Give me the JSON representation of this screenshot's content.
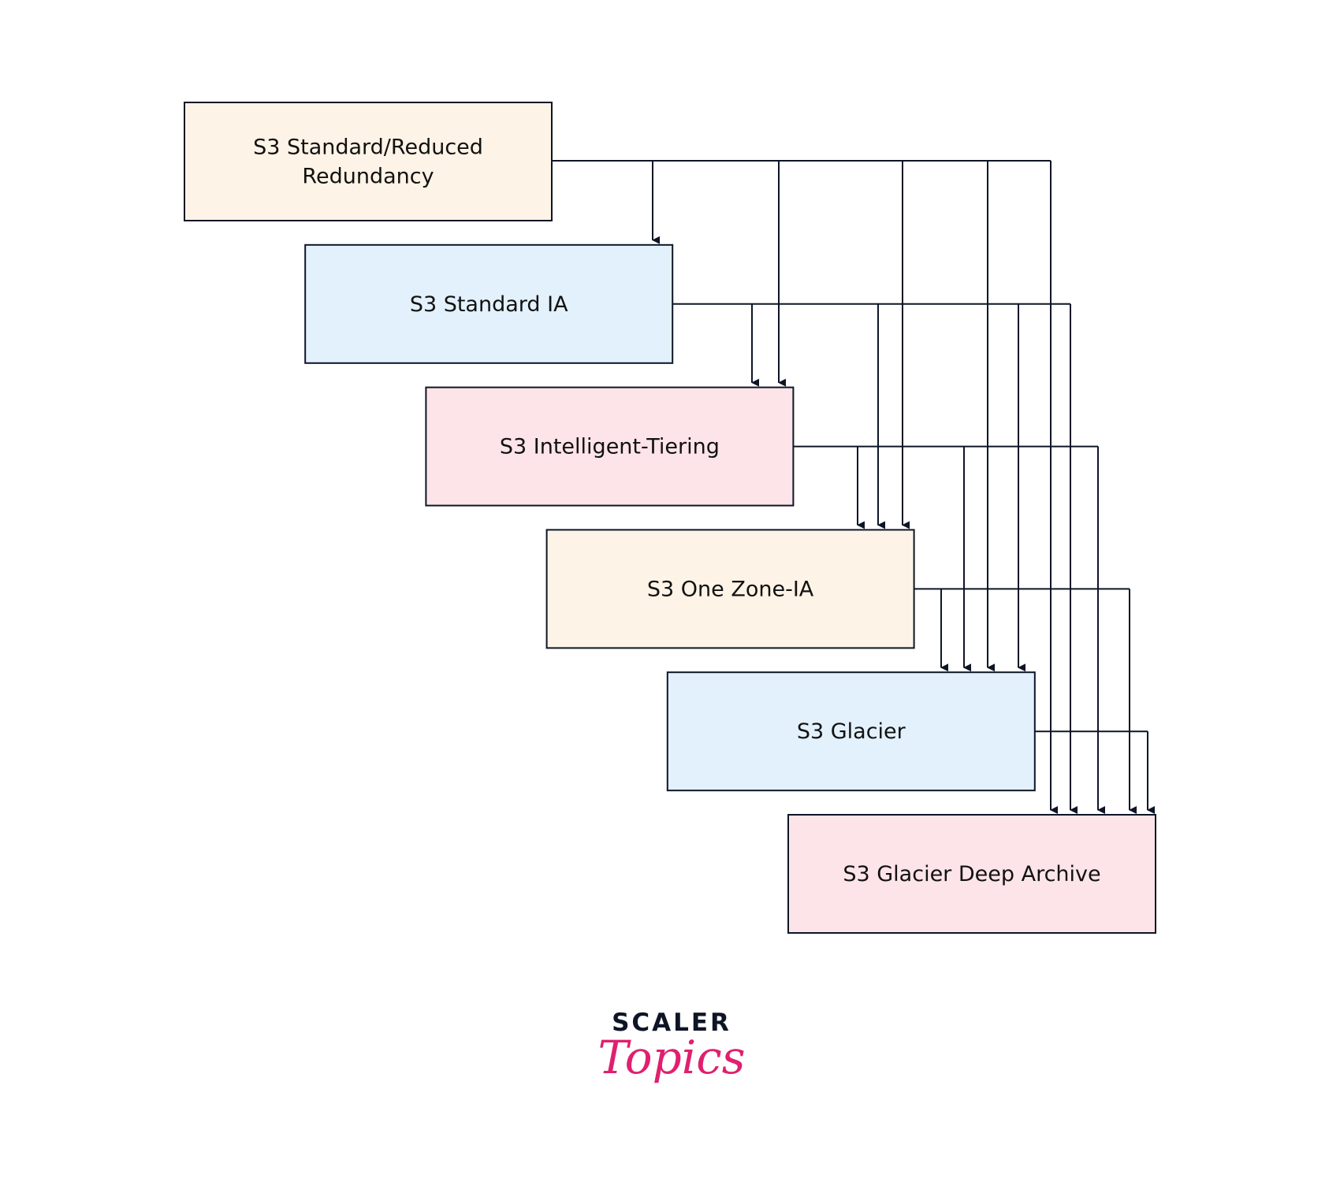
{
  "diagram": {
    "title": "S3 Storage Class Transitions",
    "line_color": "#0d1526",
    "nodes": [
      {
        "id": "standard",
        "label_lines": [
          "S3 Standard/Reduced",
          "Redundancy"
        ],
        "fill": "#fdf3e6"
      },
      {
        "id": "standard_ia",
        "label_lines": [
          "S3 Standard IA"
        ],
        "fill": "#e3f1fd"
      },
      {
        "id": "intelligent_tiering",
        "label_lines": [
          "S3 Intelligent-Tiering"
        ],
        "fill": "#fde4e8"
      },
      {
        "id": "one_zone_ia",
        "label_lines": [
          "S3 One Zone-IA"
        ],
        "fill": "#fdf3e6"
      },
      {
        "id": "glacier",
        "label_lines": [
          "S3 Glacier"
        ],
        "fill": "#e3f1fd"
      },
      {
        "id": "glacier_deep_archive",
        "label_lines": [
          "S3 Glacier Deep Archive"
        ],
        "fill": "#fde4e8"
      }
    ],
    "edges": [
      {
        "from": "standard",
        "to": "standard_ia"
      },
      {
        "from": "standard",
        "to": "intelligent_tiering"
      },
      {
        "from": "standard",
        "to": "one_zone_ia"
      },
      {
        "from": "standard",
        "to": "glacier"
      },
      {
        "from": "standard",
        "to": "glacier_deep_archive"
      },
      {
        "from": "standard_ia",
        "to": "intelligent_tiering"
      },
      {
        "from": "standard_ia",
        "to": "one_zone_ia"
      },
      {
        "from": "standard_ia",
        "to": "glacier"
      },
      {
        "from": "standard_ia",
        "to": "glacier_deep_archive"
      },
      {
        "from": "intelligent_tiering",
        "to": "one_zone_ia"
      },
      {
        "from": "intelligent_tiering",
        "to": "glacier"
      },
      {
        "from": "intelligent_tiering",
        "to": "glacier_deep_archive"
      },
      {
        "from": "one_zone_ia",
        "to": "glacier"
      },
      {
        "from": "one_zone_ia",
        "to": "glacier_deep_archive"
      },
      {
        "from": "glacier",
        "to": "glacier_deep_archive"
      }
    ]
  },
  "logo": {
    "word": "SCALER",
    "script": "Topics",
    "word_color": "#0d1526",
    "script_color": "#e0206e"
  }
}
